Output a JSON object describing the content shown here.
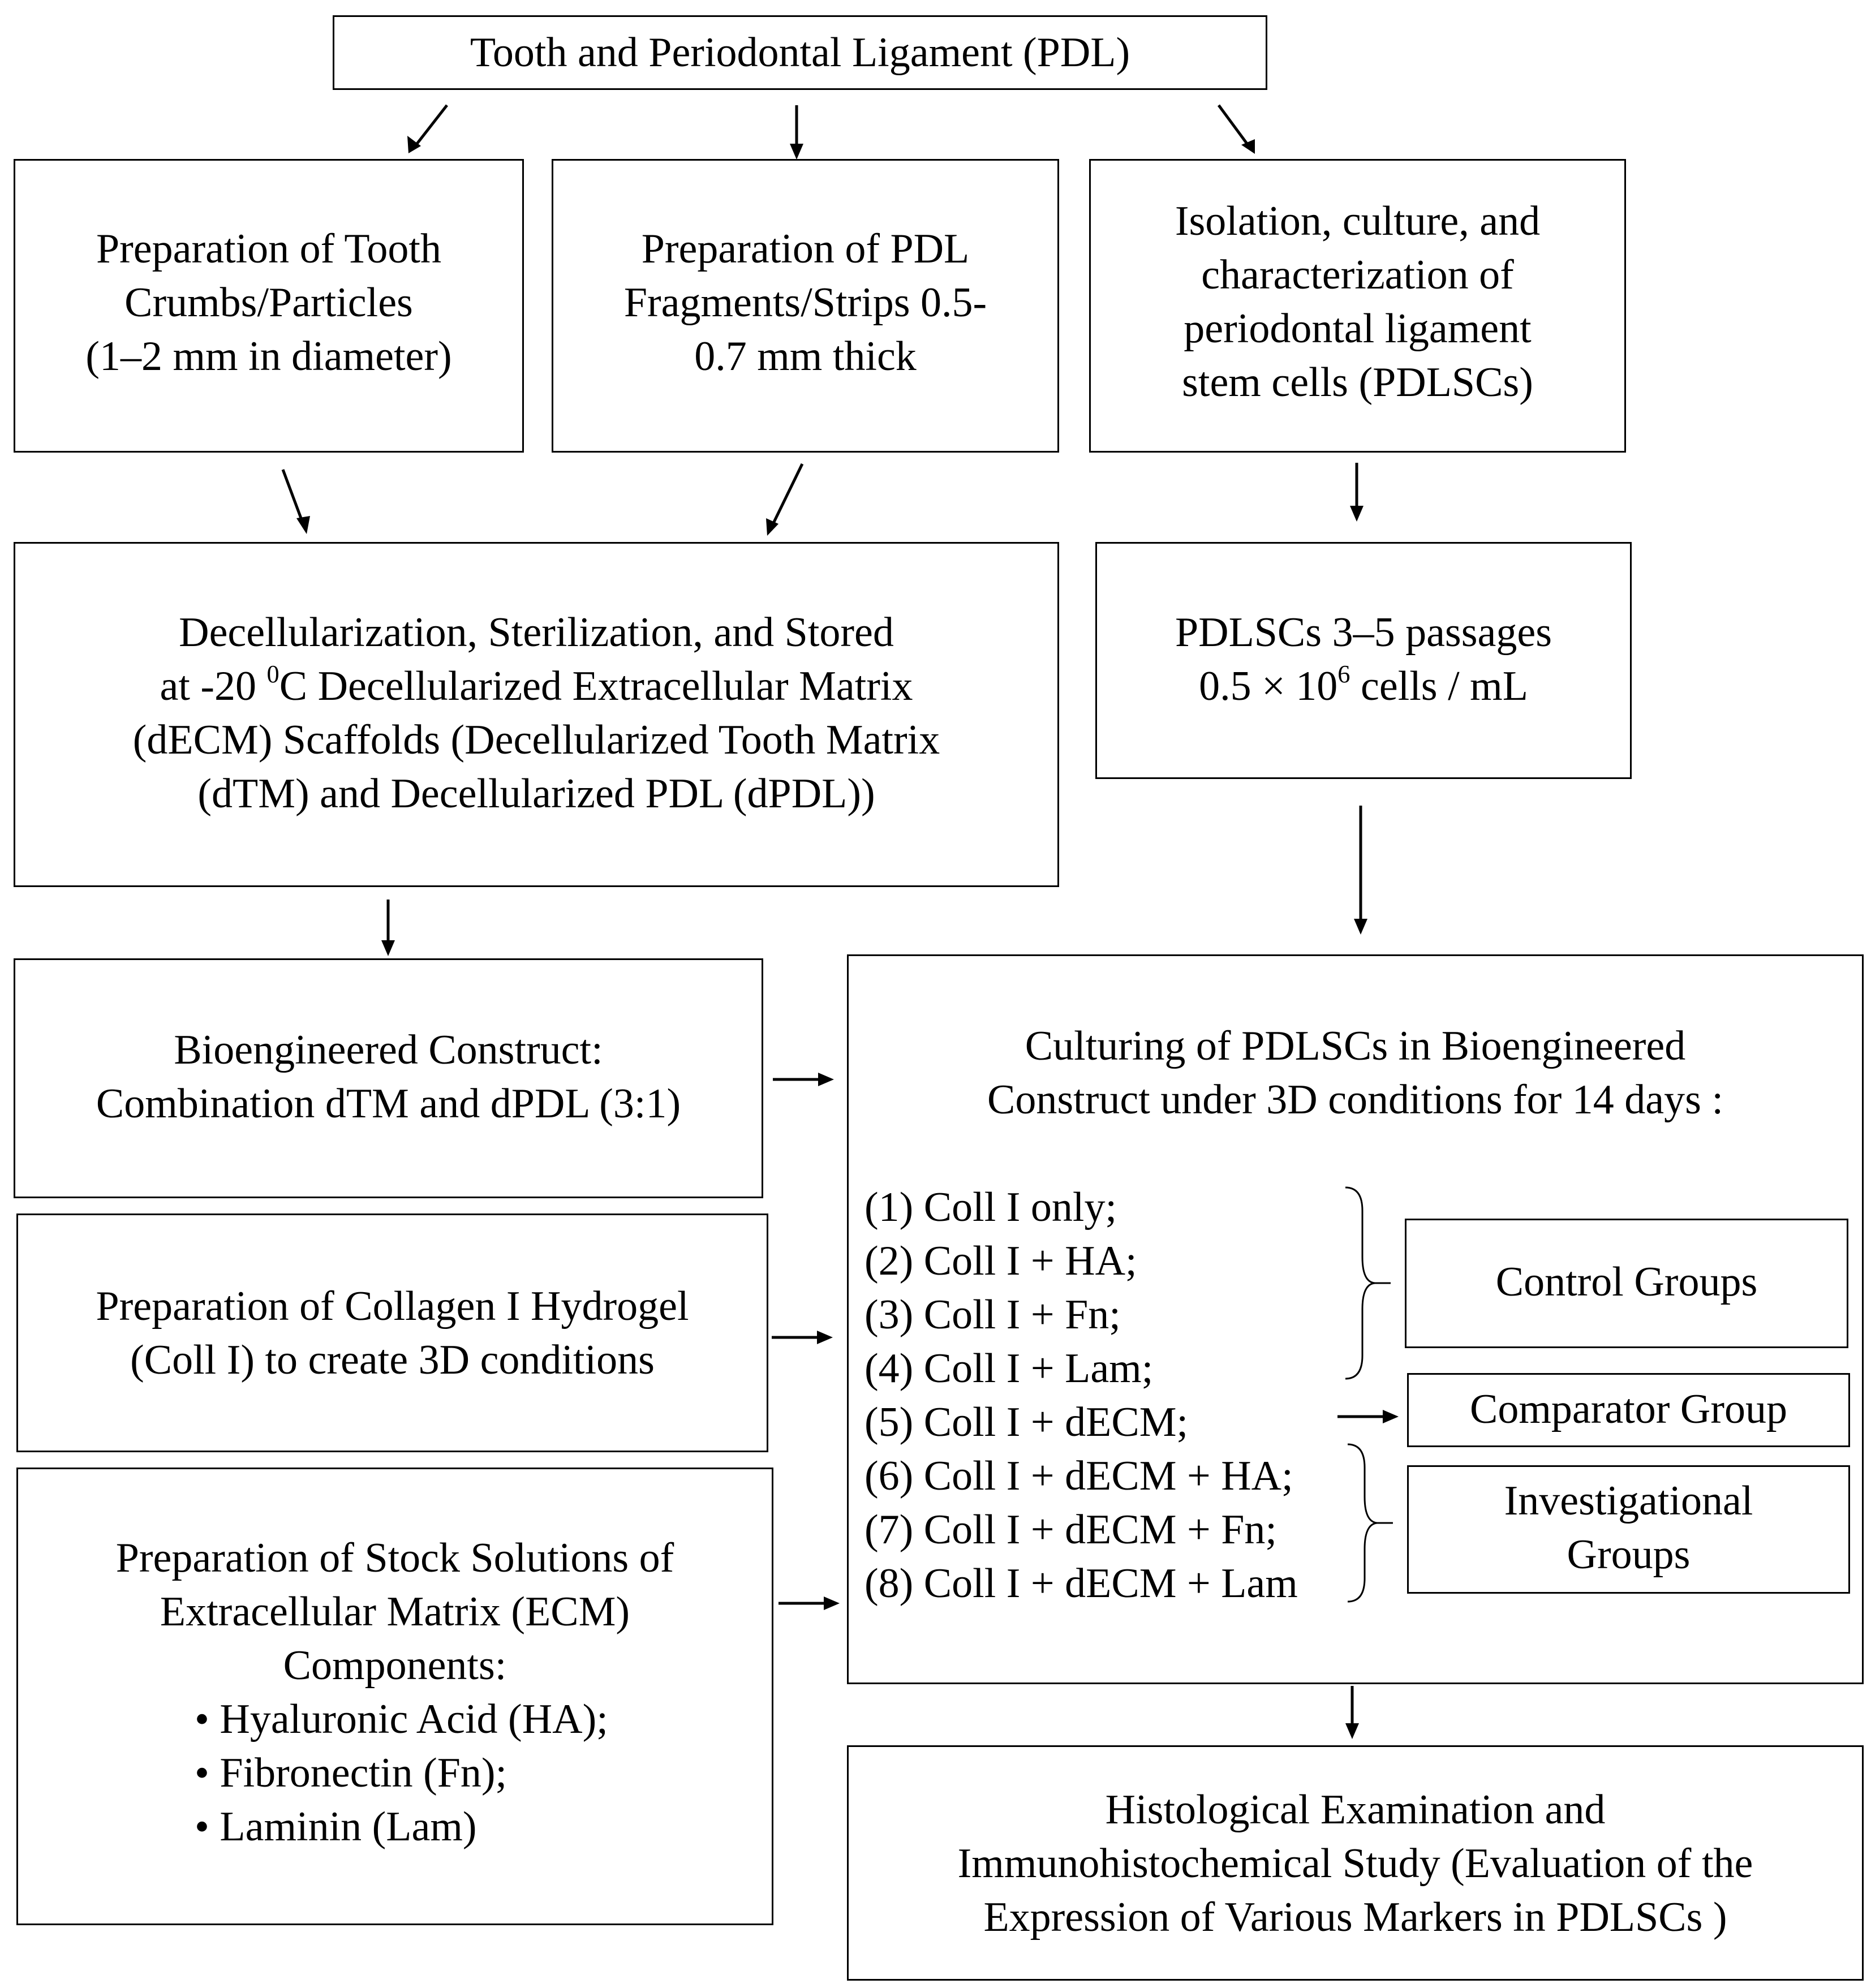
{
  "title": "Tooth and Periodontal Ligament (PDL)",
  "tooth_prep": [
    "Preparation of Tooth",
    "Crumbs/Particles",
    "(1–2 mm in diameter)"
  ],
  "pdl_prep": [
    "Preparation of PDL",
    "Fragments/Strips 0.5-",
    "0.7 mm thick"
  ],
  "isolation": [
    "Isolation, culture, and",
    "characterization of",
    "periodontal ligament",
    "stem cells (PDLSCs)"
  ],
  "decell": [
    "Decellularization, Sterilization, and Stored",
    "Decellularized Extracellular Matrix",
    "(dECM) Scaffolds (Decellularized Tooth Matrix",
    "(dTM) and Decellularized PDL (dPDL))"
  ],
  "decell_temp": {
    "prefix": "at -20 ",
    "sup": "0",
    "suffix": "C "
  },
  "passages": {
    "line1": "PDLSCs 3–5 passages",
    "prefix": "0.5 × 10",
    "sup": "6",
    "suffix": " cells / mL"
  },
  "construct": [
    "Bioengineered Construct:",
    "Combination dTM and dPDL (3:1)"
  ],
  "hydrogel": [
    "Preparation of Collagen I Hydrogel",
    "(Coll I) to create 3D conditions"
  ],
  "stock": [
    "Preparation of Stock Solutions of",
    "Extracellular Matrix (ECM)",
    "Components:"
  ],
  "stock_items": [
    "• Hyaluronic Acid (HA);",
    "• Fibronectin (Fn);",
    "• Laminin (Lam)"
  ],
  "culturing": [
    "Culturing of PDLSCs in Bioengineered",
    "Construct under 3D conditions for 14 days :"
  ],
  "groups": [
    "(1) Coll I only;",
    "(2) Coll I + HA;",
    "(3) Coll I + Fn;",
    "(4) Coll I + Lam;",
    "(5) Coll I + dECM;",
    "(6) Coll I + dECM + HA;",
    "(7) Coll I + dECM + Fn;",
    "(8) Coll I + dECM + Lam"
  ],
  "control": "Control Groups",
  "comparator": "Comparator Group",
  "investigational": [
    "Investigational",
    "Groups"
  ],
  "histology": [
    "Histological Examination and",
    "Immunohistochemical Study (Evaluation of the",
    "Expression of Various Markers in PDLSCs )"
  ]
}
